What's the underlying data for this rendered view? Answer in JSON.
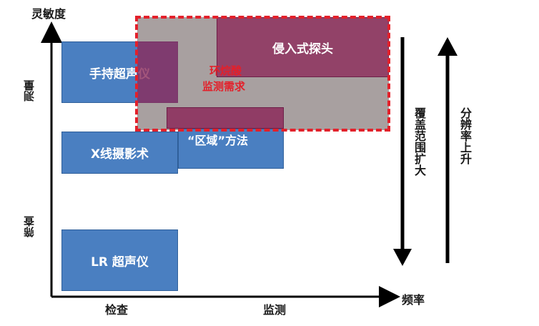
{
  "axes": {
    "y_title": "灵敏度",
    "x_title": "频率",
    "x_tick_left": "检查",
    "x_tick_right": "监测",
    "y_tick_upper": "测量",
    "y_tick_lower": "筛查"
  },
  "boxes": {
    "handheld": "手持超声仪",
    "xray": "X线摄影术",
    "lr": "LR 超声仪",
    "invasive": "侵入式探头",
    "region": "“区域”方法"
  },
  "highlight": {
    "line1": "环烷酸",
    "line2": "监测需求"
  },
  "arrows": {
    "coverage": "覆盖范围扩大",
    "resolution": "分辨率上升"
  },
  "colors": {
    "blue_box": "#4a7fc1",
    "purple_box": "#8c2a5a",
    "gray_region": "#a8a0a0",
    "dashed_border": "#e3202a",
    "highlight_text": "#e3202a"
  }
}
